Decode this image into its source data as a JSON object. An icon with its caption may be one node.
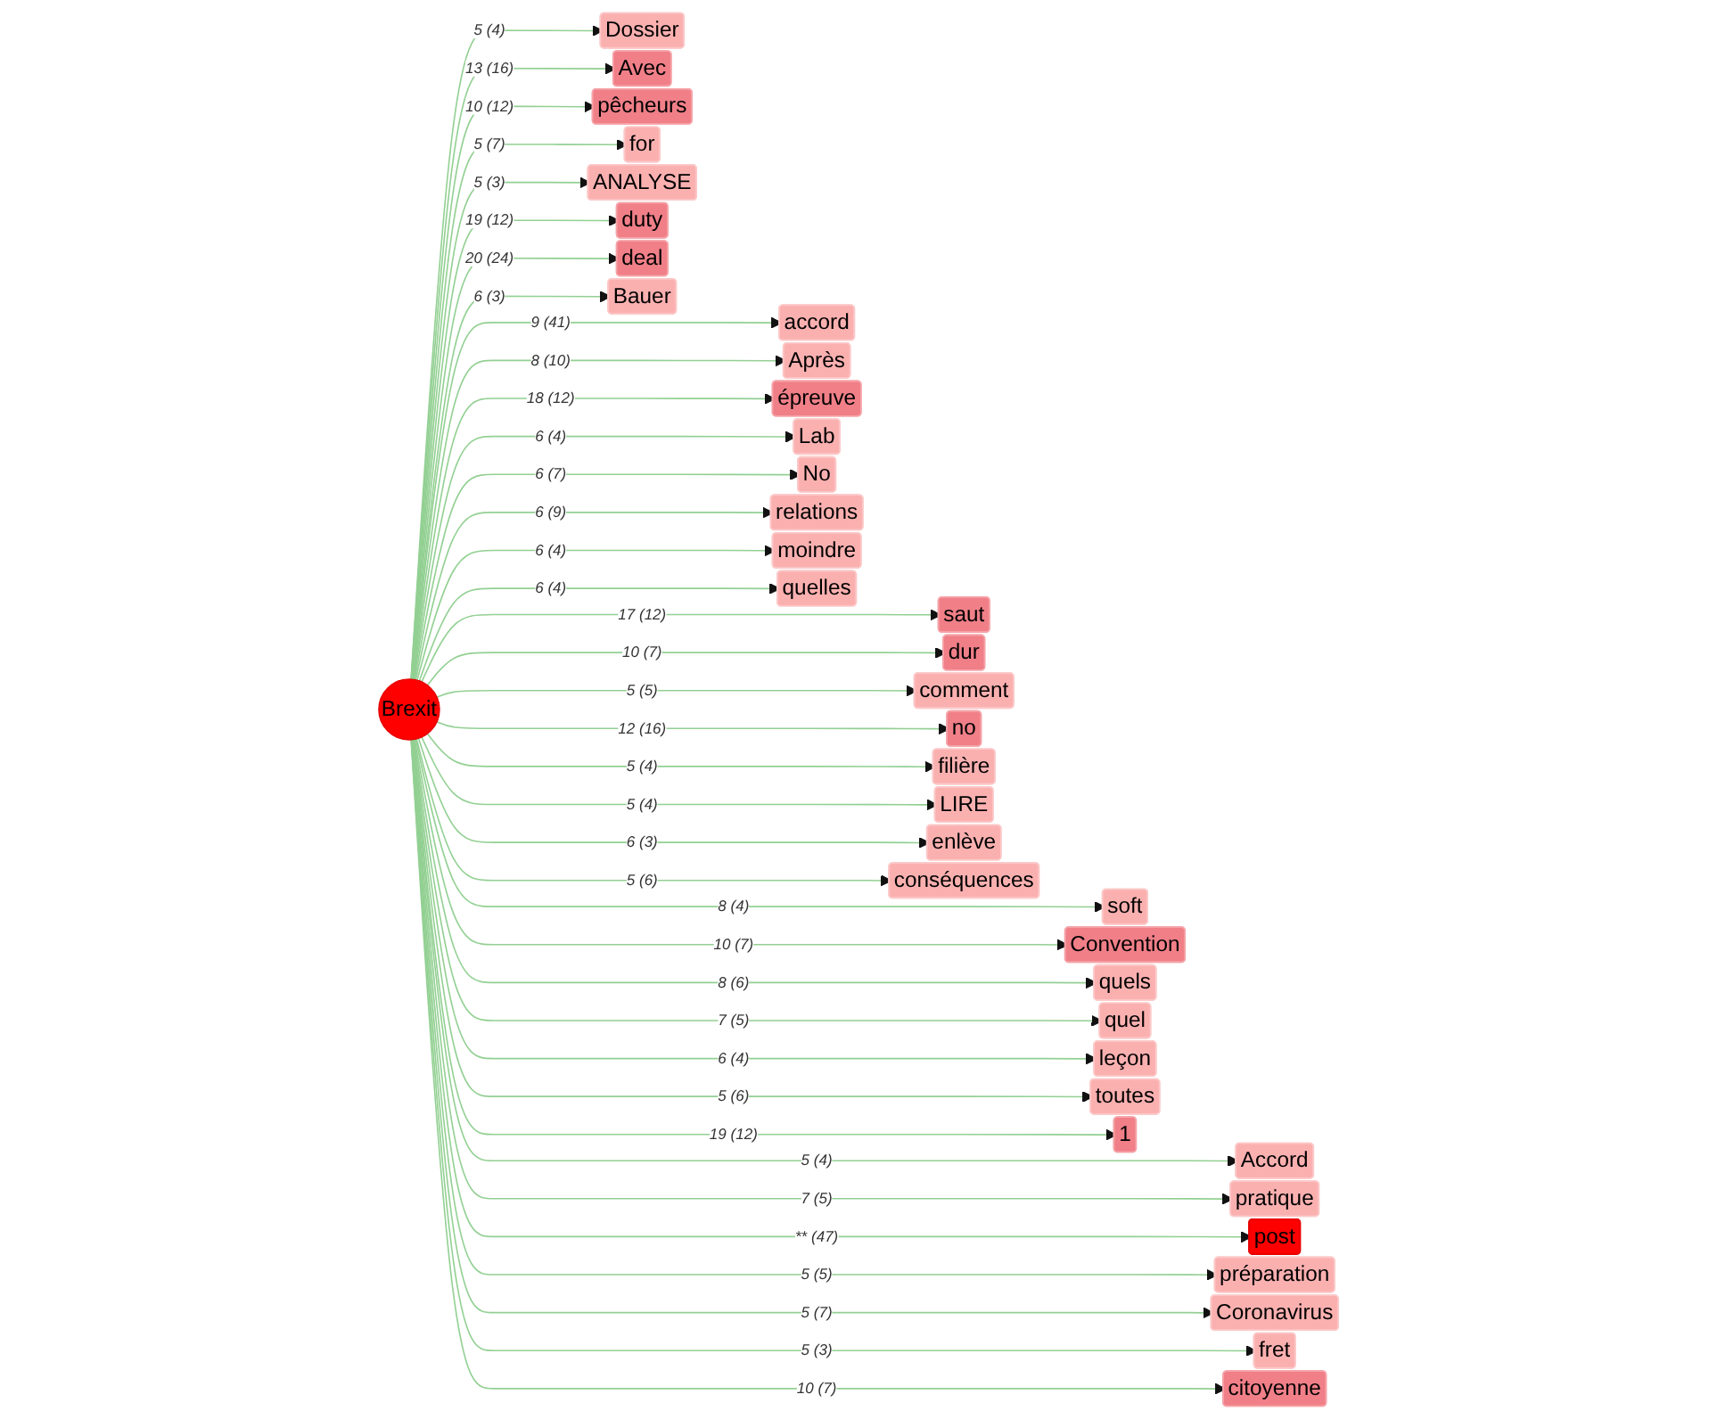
{
  "diagram": {
    "nodes": [
      {
        "text": [
          "Dossier"
        ]
      },
      {
        "text": [
          "accord"
        ]
      },
      {
        "text": [
          "saut"
        ]
      },
      {
        "text": [
          "soft"
        ]
      },
      {
        "text": [
          "Accord"
        ]
      },
      {
        "text": [
          "Avec"
        ]
      },
      {
        "text": [
          "Après"
        ]
      },
      {
        "text": [
          "dur"
        ]
      },
      {
        "text": [
          "Convention"
        ]
      },
      {
        "text": [
          "pratique"
        ]
      },
      {
        "text": [
          "pêcheurs"
        ]
      },
      {
        "text": [
          "épreuve"
        ]
      },
      {
        "text": [
          "comment"
        ]
      },
      {
        "text": [
          "quels"
        ]
      },
      {
        "text": [
          "post"
        ]
      },
      {
        "text": [
          "for"
        ]
      },
      {
        "text": [
          "Lab"
        ]
      },
      {
        "text": [
          "no"
        ]
      },
      {
        "text": [
          "quel"
        ]
      },
      {
        "text": [
          "Brexit"
        ]
      },
      {
        "text": [
          "préparation"
        ]
      },
      {
        "text": [
          "ANALYSE"
        ]
      },
      {
        "text": [
          "No"
        ]
      },
      {
        "text": [
          "filière"
        ]
      },
      {
        "text": [
          "leçon"
        ]
      },
      {
        "text": [
          "Coronavirus"
        ]
      },
      {
        "text": [
          "duty"
        ]
      },
      {
        "text": [
          "relations"
        ]
      },
      {
        "text": [
          "LIRE"
        ]
      },
      {
        "text": [
          "toutes"
        ]
      },
      {
        "text": [
          "fret"
        ]
      },
      {
        "text": [
          "deal"
        ]
      },
      {
        "text": [
          "moindre"
        ]
      },
      {
        "text": [
          "enlève"
        ]
      },
      {
        "text": [
          "1"
        ]
      },
      {
        "text": [
          "citoyenne"
        ]
      },
      {
        "text": [
          "Bauer"
        ]
      },
      {
        "text": [
          "quelles"
        ]
      },
      {
        "text": [
          "conséquences"
        ]
      }
    ],
    "edges": [
      {
        "from": 19,
        "to": 0,
        "arrow": "to",
        "label": "5 (4)"
      },
      {
        "from": 19,
        "to": 1,
        "arrow": "to",
        "label": "9 (41)"
      },
      {
        "from": 19,
        "to": 2,
        "arrow": "to",
        "label": "17 (12)"
      },
      {
        "from": 19,
        "to": 3,
        "arrow": "to",
        "label": "8 (4)"
      },
      {
        "from": 19,
        "to": 4,
        "arrow": "to",
        "label": "5 (4)"
      },
      {
        "from": 19,
        "to": 5,
        "arrow": "to",
        "label": "13 (16)"
      },
      {
        "from": 19,
        "to": 6,
        "arrow": "to",
        "label": "8 (10)"
      },
      {
        "from": 19,
        "to": 7,
        "arrow": "to",
        "label": "10 (7)"
      },
      {
        "from": 19,
        "to": 8,
        "arrow": "to",
        "label": "10 (7)"
      },
      {
        "from": 19,
        "to": 9,
        "arrow": "to",
        "label": "7 (5)"
      },
      {
        "from": 19,
        "to": 10,
        "arrow": "to",
        "label": "10 (12)"
      },
      {
        "from": 19,
        "to": 11,
        "arrow": "to",
        "label": "18 (12)"
      },
      {
        "from": 19,
        "to": 12,
        "arrow": "to",
        "label": "5 (5)"
      },
      {
        "from": 19,
        "to": 13,
        "arrow": "to",
        "label": "8 (6)"
      },
      {
        "from": 19,
        "to": 14,
        "arrow": "to",
        "label": "** (47)"
      },
      {
        "from": 19,
        "to": 15,
        "arrow": "to",
        "label": "5 (7)"
      },
      {
        "from": 19,
        "to": 16,
        "arrow": "to",
        "label": "6 (4)"
      },
      {
        "from": 19,
        "to": 17,
        "arrow": "to",
        "label": "12 (16)"
      },
      {
        "from": 19,
        "to": 18,
        "arrow": "to",
        "label": "7 (5)"
      },
      {
        "from": 19,
        "to": 20,
        "arrow": "to",
        "label": "5 (5)"
      },
      {
        "from": 19,
        "to": 21,
        "arrow": "to",
        "label": "5 (3)"
      },
      {
        "from": 19,
        "to": 22,
        "arrow": "to",
        "label": "6 (7)"
      },
      {
        "from": 19,
        "to": 23,
        "arrow": "to",
        "label": "5 (4)"
      },
      {
        "from": 19,
        "to": 24,
        "arrow": "to",
        "label": "6 (4)"
      },
      {
        "from": 19,
        "to": 25,
        "arrow": "to",
        "label": "5 (7)"
      },
      {
        "from": 19,
        "to": 26,
        "arrow": "to",
        "label": "19 (12)"
      },
      {
        "from": 19,
        "to": 27,
        "arrow": "to",
        "label": "6 (9)"
      },
      {
        "from": 19,
        "to": 28,
        "arrow": "to",
        "label": "5 (4)"
      },
      {
        "from": 19,
        "to": 29,
        "arrow": "to",
        "label": "5 (6)"
      },
      {
        "from": 19,
        "to": 30,
        "arrow": "to",
        "label": "5 (3)"
      },
      {
        "from": 19,
        "to": 31,
        "arrow": "to",
        "label": "20 (24)"
      },
      {
        "from": 19,
        "to": 32,
        "arrow": "to",
        "label": "6 (4)"
      },
      {
        "from": 19,
        "to": 33,
        "arrow": "to",
        "label": "6 (3)"
      },
      {
        "from": 19,
        "to": 34,
        "arrow": "to",
        "label": "19 (12)"
      },
      {
        "from": 19,
        "to": 35,
        "arrow": "to",
        "label": "10 (7)"
      },
      {
        "from": 19,
        "to": 36,
        "arrow": "to",
        "label": "6 (3)"
      },
      {
        "from": 19,
        "to": 37,
        "arrow": "to",
        "label": "6 (4)"
      },
      {
        "from": 19,
        "to": 38,
        "arrow": "to",
        "label": "5 (6)"
      }
    ]
  }
}
